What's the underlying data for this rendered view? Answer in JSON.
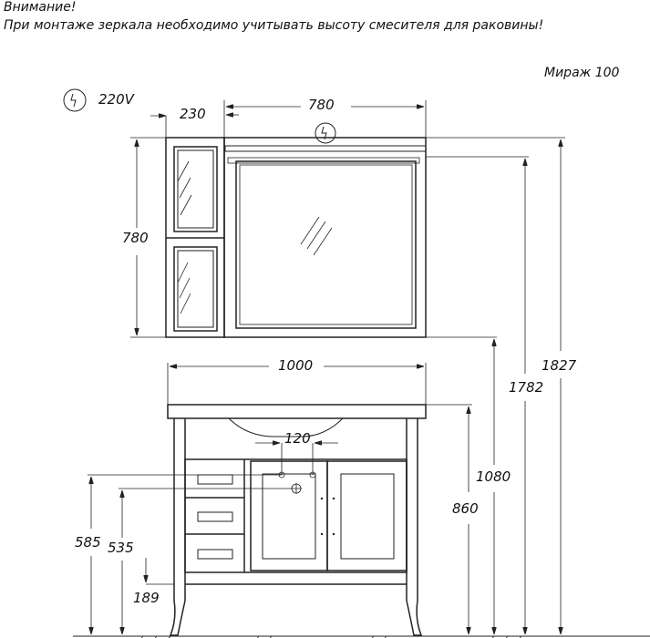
{
  "notice": {
    "title": "Внимание!",
    "text": "При монтаже зеркала необходимо учитывать высоту смесителя для раковины!"
  },
  "model": "Мираж  100",
  "power": {
    "icon": "electric-outlet-icon",
    "label": "220V"
  },
  "dimensions": {
    "cabinet_width": "230",
    "mirror_width": "780",
    "mirror_height": "780",
    "vanity_width": "1000",
    "faucet_spacing": "120",
    "vanity_height": "860",
    "mirror_bottom_height": "1080",
    "mirror_frame_top_height": "1782",
    "total_height": "1827",
    "pipe_height_upper": "585",
    "pipe_height_lower": "535",
    "drain_height": "189"
  }
}
